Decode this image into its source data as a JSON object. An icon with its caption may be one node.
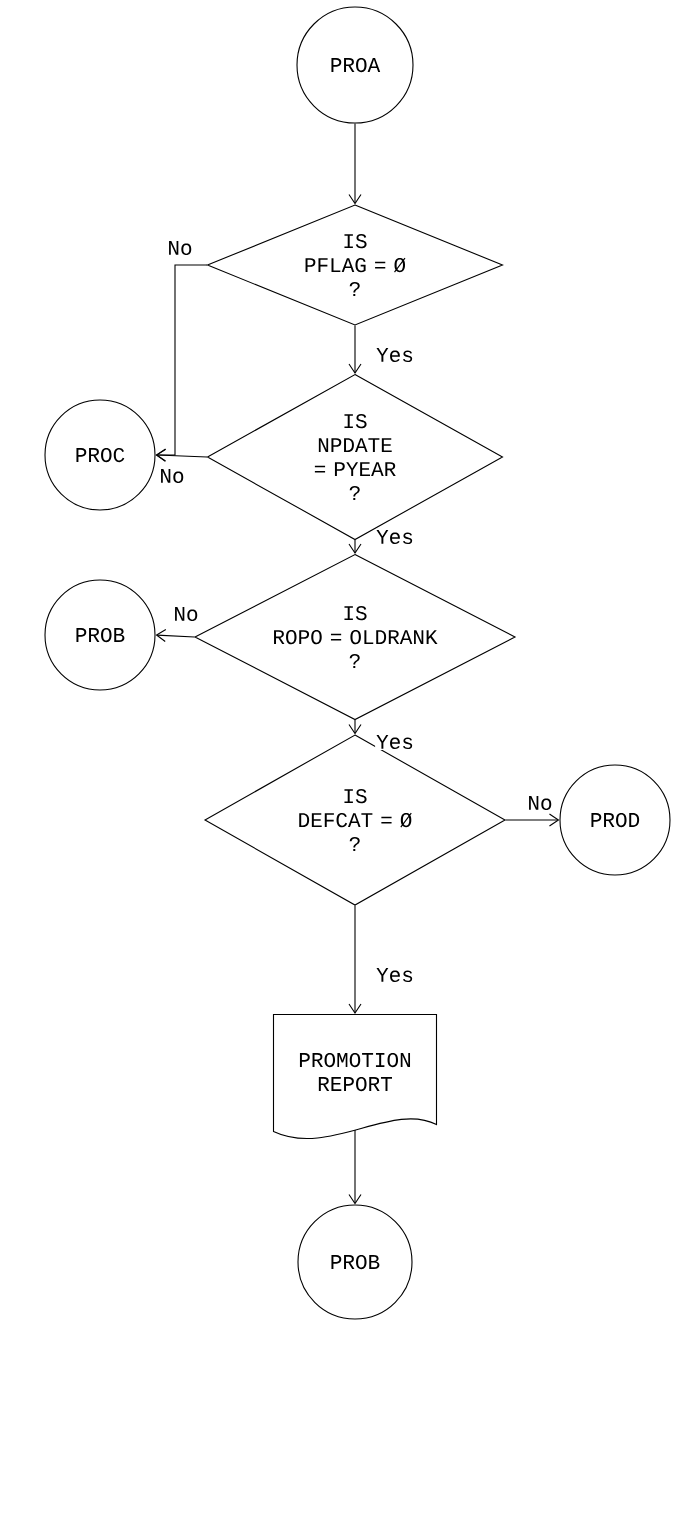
{
  "diagram": {
    "nodes": [
      {
        "text": [
          "PROA"
        ]
      },
      {
        "text": [
          "IS",
          "PFLAG = Ø",
          "?"
        ]
      },
      {
        "text": [
          "IS",
          "NPDATE = PYEAR",
          "?"
        ]
      },
      {
        "text": [
          "PROC"
        ]
      },
      {
        "text": [
          "IS",
          "ROPO = OLDRANK",
          "?"
        ]
      },
      {
        "text": [
          "PROB"
        ]
      },
      {
        "text": [
          "IS",
          "DEFCAT = Ø",
          "?"
        ]
      },
      {
        "text": [
          "PROD"
        ]
      },
      {
        "text": [
          "PROMOTION REPORT"
        ]
      },
      {
        "text": [
          "PROB"
        ]
      }
    ],
    "edges": [
      {
        "from": 0,
        "to": 1,
        "arrow": "to"
      },
      {
        "from": 1,
        "to": 3,
        "label": "No",
        "arrow": "to"
      },
      {
        "from": 1,
        "to": 2,
        "label": "Yes",
        "arrow": "to"
      },
      {
        "from": 2,
        "to": 3,
        "label": "No",
        "arrow": "to"
      },
      {
        "from": 2,
        "to": 4,
        "label": "Yes",
        "arrow": "to"
      },
      {
        "from": 4,
        "to": 5,
        "label": "No",
        "arrow": "to"
      },
      {
        "from": 4,
        "to": 6,
        "label": "Yes",
        "arrow": "to"
      },
      {
        "from": 6,
        "to": 7,
        "label": "No",
        "arrow": "to"
      },
      {
        "from": 6,
        "to": 8,
        "label": "Yes",
        "arrow": "to"
      },
      {
        "from": 8,
        "to": 9,
        "arrow": "to"
      }
    ]
  }
}
